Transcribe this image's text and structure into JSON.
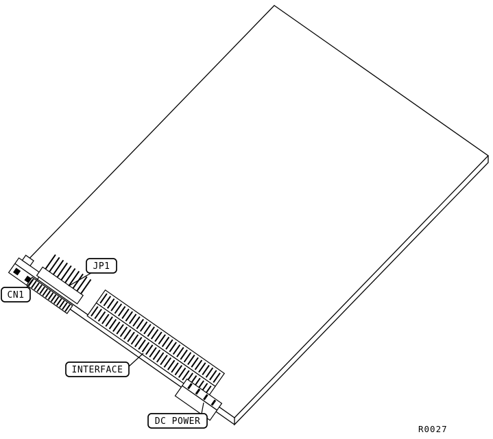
{
  "diagram": {
    "type": "technical-illustration",
    "subject": "expansion-card-connector-diagram",
    "labels": {
      "cn1": "CN1",
      "jp1": "JP1",
      "interface": "INTERFACE",
      "dc_power": "DC POWER"
    },
    "ref_code": "R0027",
    "colors": {
      "line": "#000000",
      "background": "#ffffff"
    }
  }
}
